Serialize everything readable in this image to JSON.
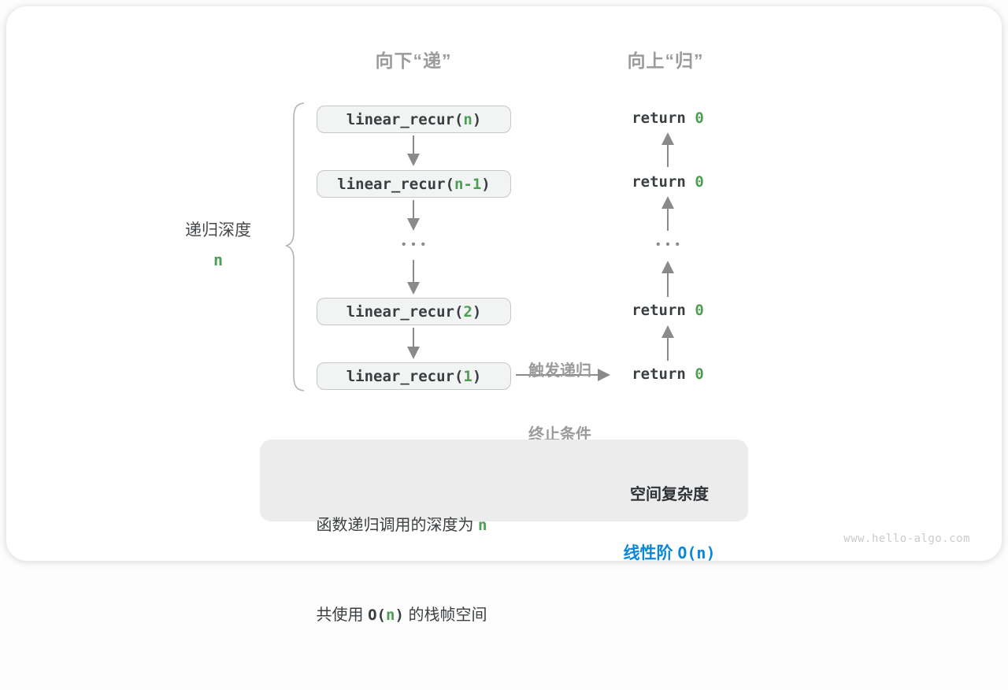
{
  "colors": {
    "green_accent": "#4c9e53",
    "blue_accent": "#0c87d8",
    "arrow_gray": "#8a8a8a",
    "box_fill": "#f2f3f3",
    "box_border": "#c6c8c7",
    "summary_fill": "#ececec",
    "muted_gray": "#9b9b9b"
  },
  "headers": {
    "down": "向下“递”",
    "up": "向上“归”"
  },
  "depth_brace": {
    "label": "递归深度",
    "value": "n"
  },
  "calls": [
    {
      "prefix": "linear_recur(",
      "arg": "n",
      "suffix": ")"
    },
    {
      "prefix": "linear_recur(",
      "arg": "n-1",
      "suffix": ")"
    },
    {
      "prefix": "linear_recur(",
      "arg": "2",
      "suffix": ")"
    },
    {
      "prefix": "linear_recur(",
      "arg": "1",
      "suffix": ")"
    }
  ],
  "ellipsis": "•••",
  "returns": [
    {
      "keyword": "return ",
      "value": "0"
    },
    {
      "keyword": "return ",
      "value": "0"
    },
    {
      "keyword": "return ",
      "value": "0"
    },
    {
      "keyword": "return ",
      "value": "0"
    }
  ],
  "trigger": {
    "line1": "触发递归",
    "line2": "终止条件"
  },
  "summary": {
    "line1_text": "函数递归调用的深度为 ",
    "line1_value": "n",
    "line2_pre": "共使用 ",
    "line2_code_open": "O(",
    "line2_code_n": "n",
    "line2_code_close": ")",
    "line2_post": " 的栈帧空间",
    "result_title": "空间复杂度",
    "result_zh": "线性阶 ",
    "result_code": "O(n)"
  },
  "watermark": "www.hello-algo.com"
}
